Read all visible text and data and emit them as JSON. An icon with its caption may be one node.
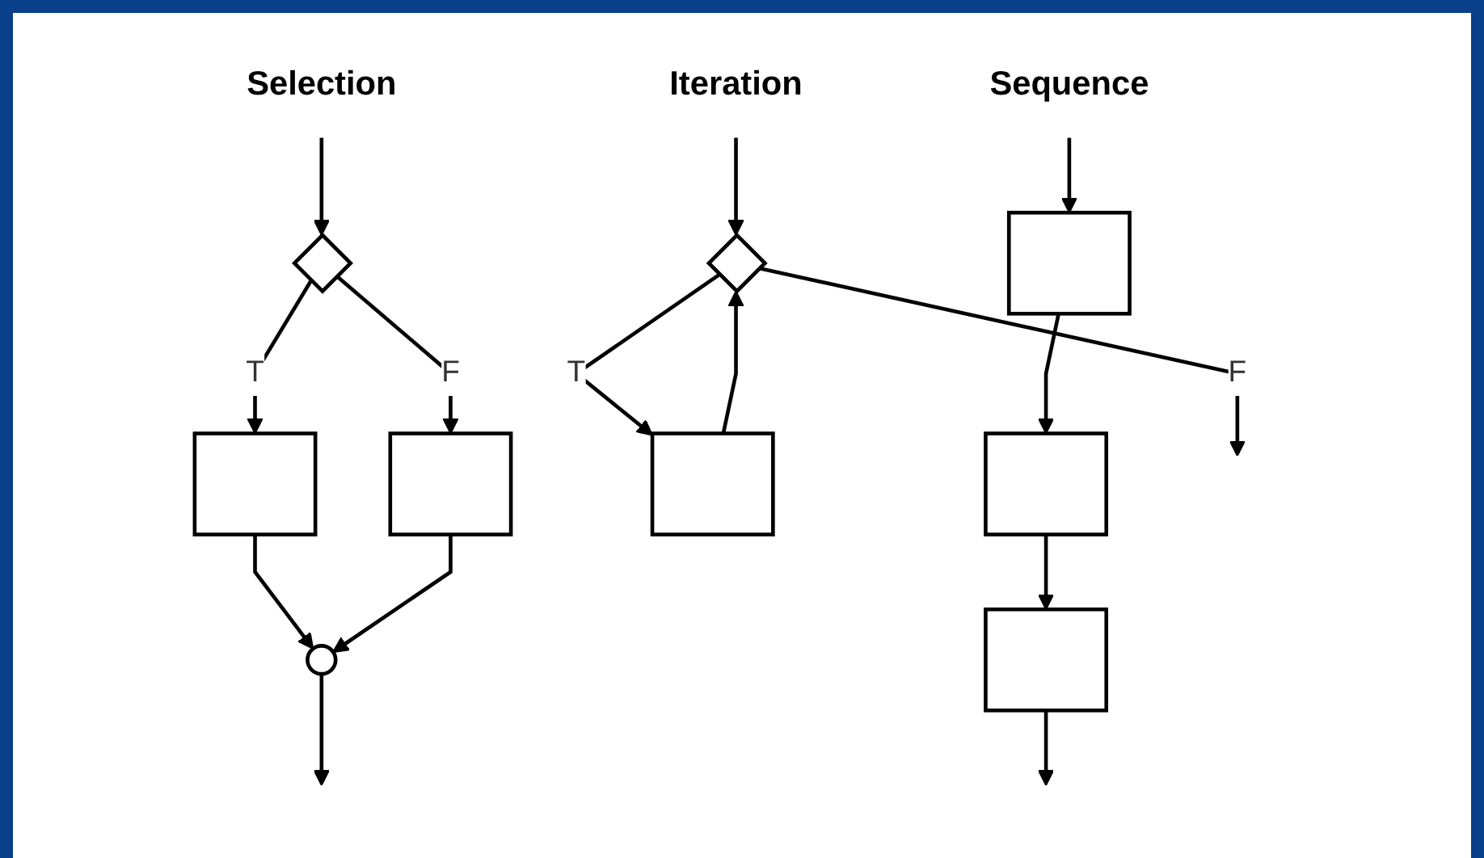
{
  "diagram": {
    "nodes": [
      {
        "text": [
          "Selection"
        ]
      },
      {
        "text": [],
        "shape": "diamond"
      },
      {
        "text": [],
        "shape": "box"
      },
      {
        "text": [],
        "shape": "box"
      },
      {
        "text": [],
        "shape": "circle"
      },
      {
        "text": [
          "Iteration"
        ]
      },
      {
        "text": [],
        "shape": "diamond"
      },
      {
        "text": [],
        "shape": "box"
      },
      {
        "text": [
          "Sequence"
        ]
      },
      {
        "text": [],
        "shape": "box"
      },
      {
        "text": [],
        "shape": "box"
      },
      {
        "text": [],
        "shape": "box"
      }
    ],
    "edges": [
      {
        "from": 0,
        "to": 1,
        "arrow": "to"
      },
      {
        "from": 1,
        "to": 2,
        "label": "T",
        "arrow": "to"
      },
      {
        "from": 1,
        "to": 3,
        "label": "F",
        "arrow": "to"
      },
      {
        "from": 2,
        "to": 4,
        "arrow": "to"
      },
      {
        "from": 3,
        "to": 4,
        "arrow": "to"
      },
      {
        "from": 4,
        "to": null,
        "arrow": "to"
      },
      {
        "from": 5,
        "to": 6,
        "arrow": "to"
      },
      {
        "from": 6,
        "to": 7,
        "label": "T",
        "arrow": "to"
      },
      {
        "from": 7,
        "to": 6,
        "arrow": "to"
      },
      {
        "from": 6,
        "to": null,
        "label": "F",
        "arrow": "to"
      },
      {
        "from": 8,
        "to": 9,
        "arrow": "to"
      },
      {
        "from": 9,
        "to": 10,
        "arrow": "to"
      },
      {
        "from": 10,
        "to": 11,
        "arrow": "to"
      },
      {
        "from": 11,
        "to": null,
        "arrow": "to"
      }
    ]
  }
}
